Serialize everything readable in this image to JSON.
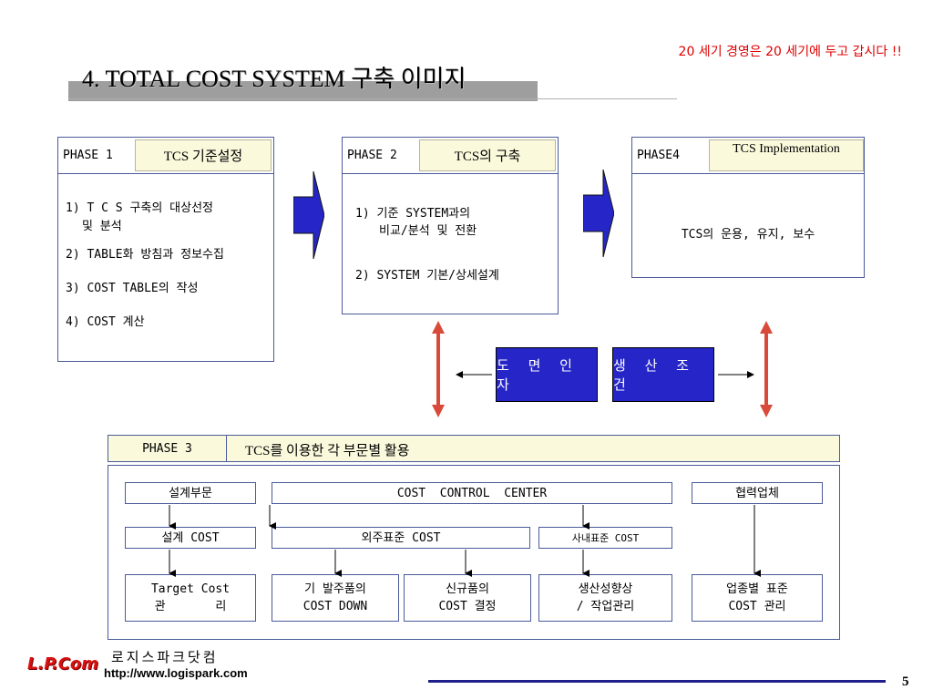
{
  "header": {
    "tagline": "20 세기 경영은 20 세기에 두고 갑시다 !!",
    "title": "4. TOTAL COST SYSTEM 구축 이미지"
  },
  "phase1": {
    "tag": "PHASE 1",
    "name": "TCS 기준설정",
    "items": [
      "1) T C S 구축의 대상선정",
      "   및  분석",
      "2) TABLE화 방침과 정보수집",
      "3) COST TABLE의 작성",
      "4) COST 계산"
    ]
  },
  "phase2": {
    "tag": "PHASE 2",
    "name": "TCS의 구축",
    "items": [
      "1) 기준 SYSTEM과의",
      "   비교/분석 및 전환",
      "2) SYSTEM 기본/상세설계"
    ]
  },
  "phase4": {
    "tag": "PHASE4",
    "name": "TCS Implementation",
    "body": "TCS의 운용, 유지, 보수"
  },
  "middle": {
    "left_badge": "도 면 인 자",
    "right_badge": "생 산 조 건"
  },
  "phase3": {
    "tag": "PHASE 3",
    "name": "TCS를 이용한 각 부문별 활용",
    "row1": [
      "설계부문",
      "COST  CONTROL  CENTER",
      "협력업체"
    ],
    "row2": [
      "설계 COST",
      "외주표준 COST",
      "사내표준 COST"
    ],
    "row3": [
      [
        "Target Cost",
        "관       리"
      ],
      [
        "기 발주품의",
        "COST DOWN"
      ],
      [
        "신규품의",
        "COST 결정"
      ],
      [
        "생산성향상",
        "/ 작업관리"
      ],
      [
        "업종별 표준",
        "COST 관리"
      ]
    ]
  },
  "footer": {
    "logo": "L.P.Com",
    "company": "로지스파크닷컴",
    "url": "http://www.logispark.com",
    "page": "5"
  },
  "colors": {
    "accent_blue": "#2626c8",
    "title_bar_gray": "#9e9e9e",
    "header_fill": "#fbf9dc",
    "arrow_red": "#d84a3a",
    "tagline_red": "#e00000"
  }
}
